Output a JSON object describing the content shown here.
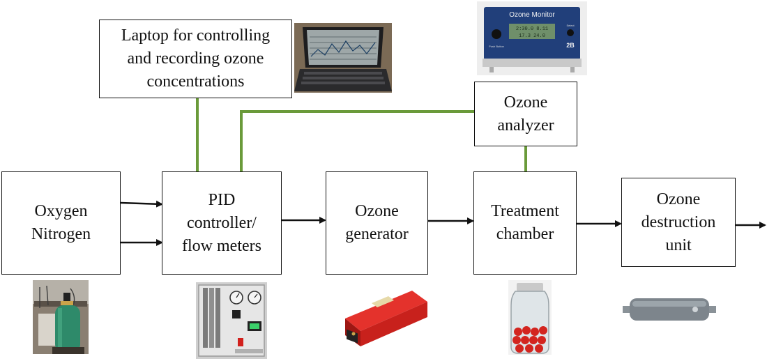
{
  "nodes": {
    "gas_supply": "Oxygen\nNitrogen",
    "pid_controller": "PID\ncontroller/\nflow meters",
    "ozone_generator": "Ozone\ngenerator",
    "treatment_chamber": "Treatment\nchamber",
    "ozone_destruction": "Ozone\ndestruction\nunit",
    "laptop": "Laptop for controlling\nand recording ozone\nconcentrations",
    "ozone_analyzer": "Ozone\nanalyzer"
  },
  "monitor_photo": {
    "brand_text": "Ozone Monitor",
    "display_line1": "2:30.0  8.11",
    "display_line2": "17.3  24.0",
    "badge": "2B",
    "left_label": "Push Button",
    "right_label": "Select"
  },
  "colors": {
    "signal_line": "#6a9a3a",
    "flow_arrow": "#111111",
    "generator_red": "#d0211d",
    "cylinder_green": "#2e8a6a"
  }
}
